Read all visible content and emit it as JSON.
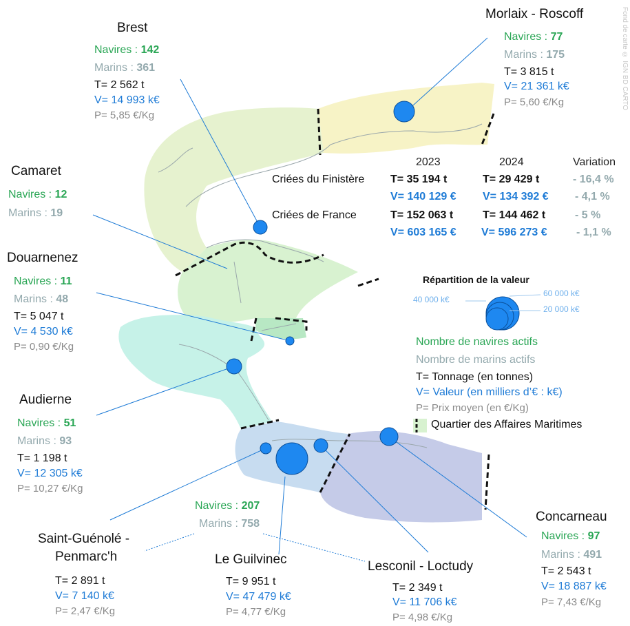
{
  "ports": {
    "brest": {
      "name": "Brest",
      "navires_label": "Navires : ",
      "navires": "142",
      "marins_label": "Marins : ",
      "marins": "361",
      "t": "T= 2 562 t",
      "v": "V= 14 993 k€",
      "p": "P= 5,85 €/Kg"
    },
    "morlaix": {
      "name": "Morlaix - Roscoff",
      "navires_label": "Navires : ",
      "navires": "77",
      "marins_label": "Marins : ",
      "marins": "175",
      "t": "T= 3 815 t",
      "v": "V= 21 361 k€",
      "p": "P= 5,60 €/Kg"
    },
    "camaret": {
      "name": "Camaret",
      "navires_label": "Navires : ",
      "navires": "12",
      "marins_label": "Marins : ",
      "marins": "19"
    },
    "douarnenez": {
      "name": "Douarnenez",
      "navires_label": "Navires : ",
      "navires": "11",
      "marins_label": "Marins : ",
      "marins": "48",
      "t": "T= 5 047 t",
      "v": "V= 4 530 k€",
      "p": "P= 0,90 €/Kg"
    },
    "audierne": {
      "name": "Audierne",
      "navires_label": "Navires : ",
      "navires": "51",
      "marins_label": "Marins : ",
      "marins": "93",
      "t": "T= 1 198 t",
      "v": "V= 12 305 k€",
      "p": "P= 10,27 €/Kg"
    },
    "bigouden": {
      "navires_label": "Navires : ",
      "navires": "207",
      "marins_label": "Marins : ",
      "marins": "758"
    },
    "saintguenole": {
      "name1": "Saint-Guénolé -",
      "name2": "Penmarc'h",
      "t": "T= 2 891 t",
      "v": "V= 7 140 k€",
      "p": "P= 2,47 €/Kg"
    },
    "guilvinec": {
      "name": "Le Guilvinec",
      "t": "T= 9 951 t",
      "v": "V= 47 479 k€",
      "p": "P= 4,77 €/Kg"
    },
    "lesconil": {
      "name": "Lesconil - Loctudy",
      "t": "T= 2 349 t",
      "v": "V= 11 706 k€",
      "p": "P= 4,98 €/Kg"
    },
    "concarneau": {
      "name": "Concarneau",
      "navires_label": "Navires : ",
      "navires": "97",
      "marins_label": "Marins : ",
      "marins": "491",
      "t": "T= 2 543 t",
      "v": "V= 18 887 k€",
      "p": "P= 7,43 €/Kg"
    }
  },
  "summary": {
    "col_2023": "2023",
    "col_2024": "2024",
    "col_var": "Variation",
    "row1_label": "Criées du Finistère",
    "row1_t23": "T= 35 194 t",
    "row1_t24": "T= 29 429 t",
    "row1_tvar": "- 16,4 %",
    "row1_v23": "V= 140 129 €",
    "row1_v24": "V= 134 392 €",
    "row1_vvar": "- 4,1 %",
    "row2_label": "Criées de France",
    "row2_t23": "T= 152 063 t",
    "row2_t24": "T= 144 462 t",
    "row2_tvar": "- 5 %",
    "row2_v23": "V= 603 165 €",
    "row2_v24": "V= 596 273 €",
    "row2_vvar": "- 1,1 %"
  },
  "legend": {
    "title": "Répartition de la valeur",
    "c40": "40 000 k€",
    "c60": "60 000 k€",
    "c20": "20 000 k€",
    "navires": "Nombre de navires actifs",
    "marins": "Nombre de marins actifs",
    "tonnage": "T= Tonnage (en tonnes)",
    "valeur": "V= Valeur (en milliers d’€ : k€)",
    "prix": "P= Prix moyen (en €/Kg)",
    "quartier": "Quartier des Affaires Maritimes"
  },
  "credit": "Fond de carte © IGN BD CARTO",
  "colors": {
    "navires": "#2aa655",
    "marins": "#93a9ad",
    "valeur": "#1e7bd6",
    "circle": "#1e88f0"
  }
}
